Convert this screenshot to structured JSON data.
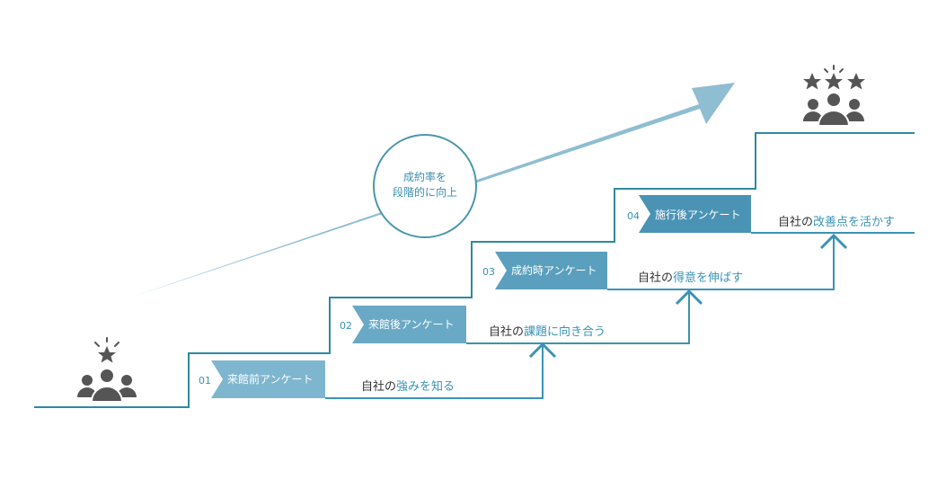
{
  "center_label": {
    "line1": "成約率を",
    "line2": "段階的に向上"
  },
  "steps": [
    {
      "number": "01",
      "title": "来館前アンケート",
      "result_prefix": "自社の",
      "result_highlight": "強みを知る",
      "color": "#7fb6cf"
    },
    {
      "number": "02",
      "title": "来館後アンケート",
      "result_prefix": "自社の",
      "result_highlight": "課題に向き合う",
      "color": "#6aa9c6"
    },
    {
      "number": "03",
      "title": "成約時アンケート",
      "result_prefix": "自社の",
      "result_highlight": "得意を伸ばす",
      "color": "#5a9fbd"
    },
    {
      "number": "04",
      "title": "施行後アンケート",
      "result_prefix": "自社の",
      "result_highlight": "改善点を活かす",
      "color": "#4b93b5"
    }
  ],
  "colors": {
    "line": "#2e8aa0",
    "arrow": "#8fbdd2",
    "up_arrow": "#3a93b5",
    "highlight_text": "#3a93b5",
    "text": "#333333",
    "icon": "#555555",
    "circle_stroke": "#4a97ad"
  },
  "icons": {
    "start": "person-group-single-star-icon",
    "end": "person-group-three-stars-icon"
  }
}
